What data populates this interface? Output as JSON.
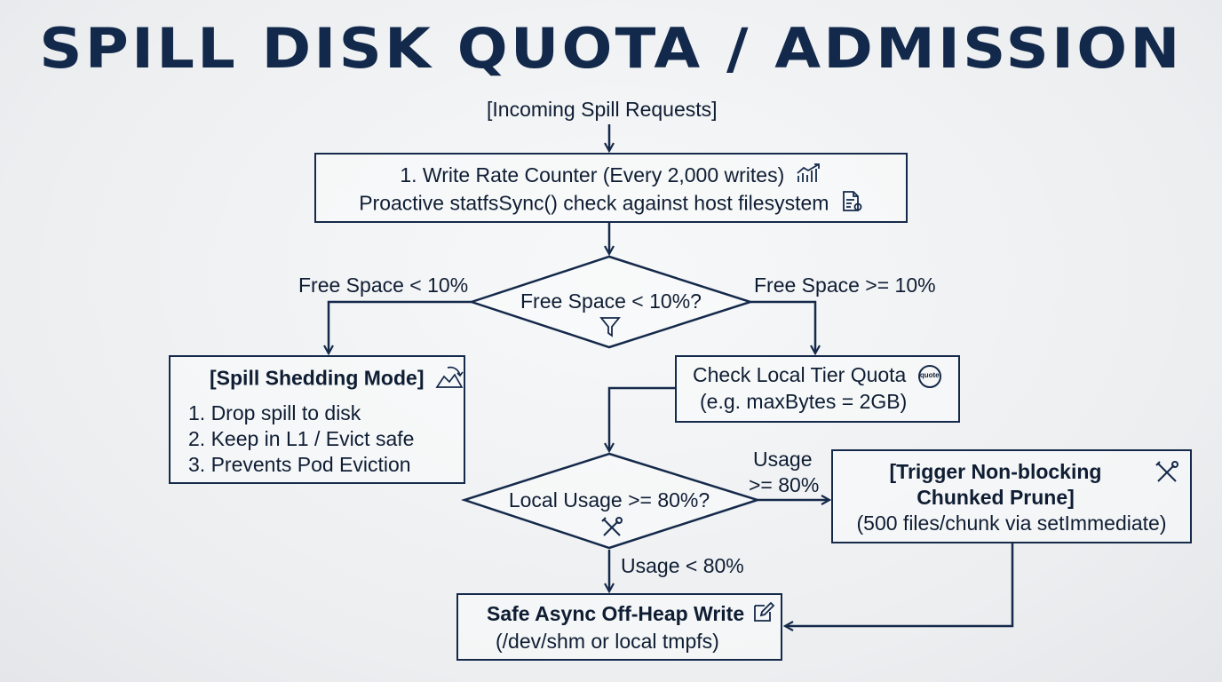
{
  "title": "SPILL DISK QUOTA / ADMISSION",
  "incoming": "[Incoming Spill Requests]",
  "step1": {
    "line1": "1. Write Rate Counter (Every 2,000 writes)",
    "line2": "Proactive statfsSync() check against host filesystem",
    "icon1": "chart-icon",
    "icon2": "document-check-icon"
  },
  "decision1": {
    "question": "Free Space < 10%?",
    "icon": "funnel-icon",
    "yes_label": "Free Space < 10%",
    "no_label": "Free Space >= 10%"
  },
  "shedding": {
    "title": "[Spill Shedding Mode]",
    "items": [
      "1. Drop spill to disk",
      "2. Keep in L1 / Evict safe",
      "3. Prevents Pod Eviction"
    ],
    "icon": "shedding-icon"
  },
  "quota": {
    "line1": "Check Local Tier Quota",
    "line2": "(e.g. maxBytes = 2GB)",
    "icon_text": "quote"
  },
  "decision2": {
    "question": "Local Usage >= 80%?",
    "icon": "tools-icon",
    "yes_label_1": "Usage",
    "yes_label_2": ">= 80%",
    "no_label": "Usage < 80%"
  },
  "prune": {
    "line1": "[Trigger Non-blocking",
    "line2": "Chunked Prune]",
    "line3": "(500 files/chunk via setImmediate)",
    "icon": "tools-icon"
  },
  "safe_write": {
    "line1": "Safe Async Off-Heap Write",
    "line2": "(/dev/shm or local tmpfs)",
    "icon": "edit-icon"
  }
}
